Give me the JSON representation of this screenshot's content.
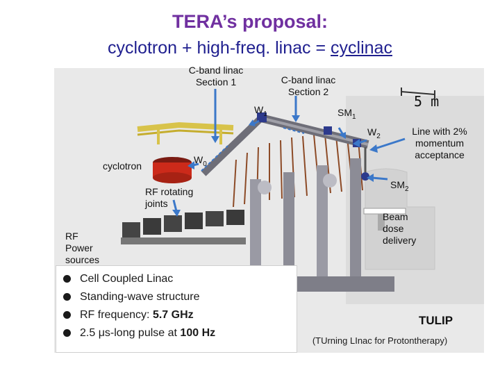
{
  "title": "TERA’s  proposal:",
  "subtitle": {
    "prefix": "cyclotron  + high-freq. linac = ",
    "emphasis": "cyclinac"
  },
  "labels": {
    "section1": "C-band linac Section 1",
    "section2": "C-band linac Section 2",
    "w1_main": "W",
    "w1_sub": "1",
    "sm1_main": "SM",
    "sm1_sub": "1",
    "w2_main": "W",
    "w2_sub": "2",
    "w0_main": "W",
    "w0_sub": "0",
    "sm2_main": "SM",
    "sm2_sub": "2",
    "cyclotron": "cyclotron",
    "rf_rotating": "RF rotating joints",
    "rf_power": "RF Power sources",
    "line": "Line with 2% momentum acceptance",
    "beam": "Beam dose delivery",
    "scale": "5 m"
  },
  "bullets": [
    {
      "text": "Cell Coupled Linac",
      "bold": ""
    },
    {
      "text": "Standing-wave structure",
      "bold": ""
    },
    {
      "text": "RF frequency: ",
      "bold": "5.7 GHz"
    },
    {
      "text": "2.5 μs-long pulse at ",
      "bold": "100 Hz"
    }
  ],
  "tulip": {
    "name": "TULIP",
    "full": "(TUrning LInac for Protontherapy)"
  },
  "colors": {
    "title": "#7030a0",
    "subtitle": "#1f1f8f",
    "arrows": "#3b78c9",
    "cyclotron": "#cc2a1a",
    "rails": "#d8c34a"
  }
}
